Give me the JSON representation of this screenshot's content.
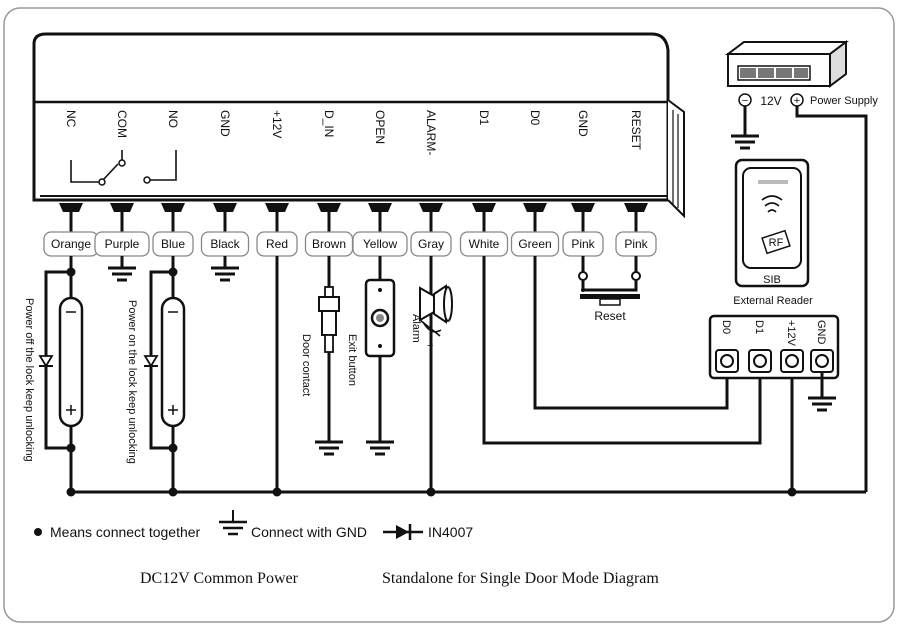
{
  "terminals": [
    "NC",
    "COM",
    "NO",
    "GND",
    "+12V",
    "D_IN",
    "OPEN",
    "ALARM-",
    "D1",
    "D0",
    "GND",
    "RESET"
  ],
  "wire_colors": [
    "Orange",
    "Purple",
    "Blue",
    "Black",
    "Red",
    "Brown",
    "Yellow",
    "Gray",
    "White",
    "Green",
    "Pink",
    "Pink"
  ],
  "power_supply": {
    "label": "Power Supply",
    "voltage": "12V",
    "minus": "−",
    "plus": "+"
  },
  "reader": {
    "name": "SIB",
    "label": "External Reader",
    "card": "RF",
    "pins": [
      "D0",
      "D1",
      "+12V",
      "GND"
    ]
  },
  "devices": {
    "lock_nc_note": "Power off the lock keep unlocking",
    "lock_no_note": "Power on the lock keep unlocking",
    "door_contact": "Door contact",
    "exit_button": "Exit button",
    "alarm": "Alarm",
    "reset": "Reset"
  },
  "legend": {
    "dot": "Means connect together",
    "gnd": "Connect with GND",
    "diode": "IN4007"
  },
  "footer": {
    "left": "DC12V Common Power",
    "right": "Standalone for Single Door Mode Diagram"
  }
}
